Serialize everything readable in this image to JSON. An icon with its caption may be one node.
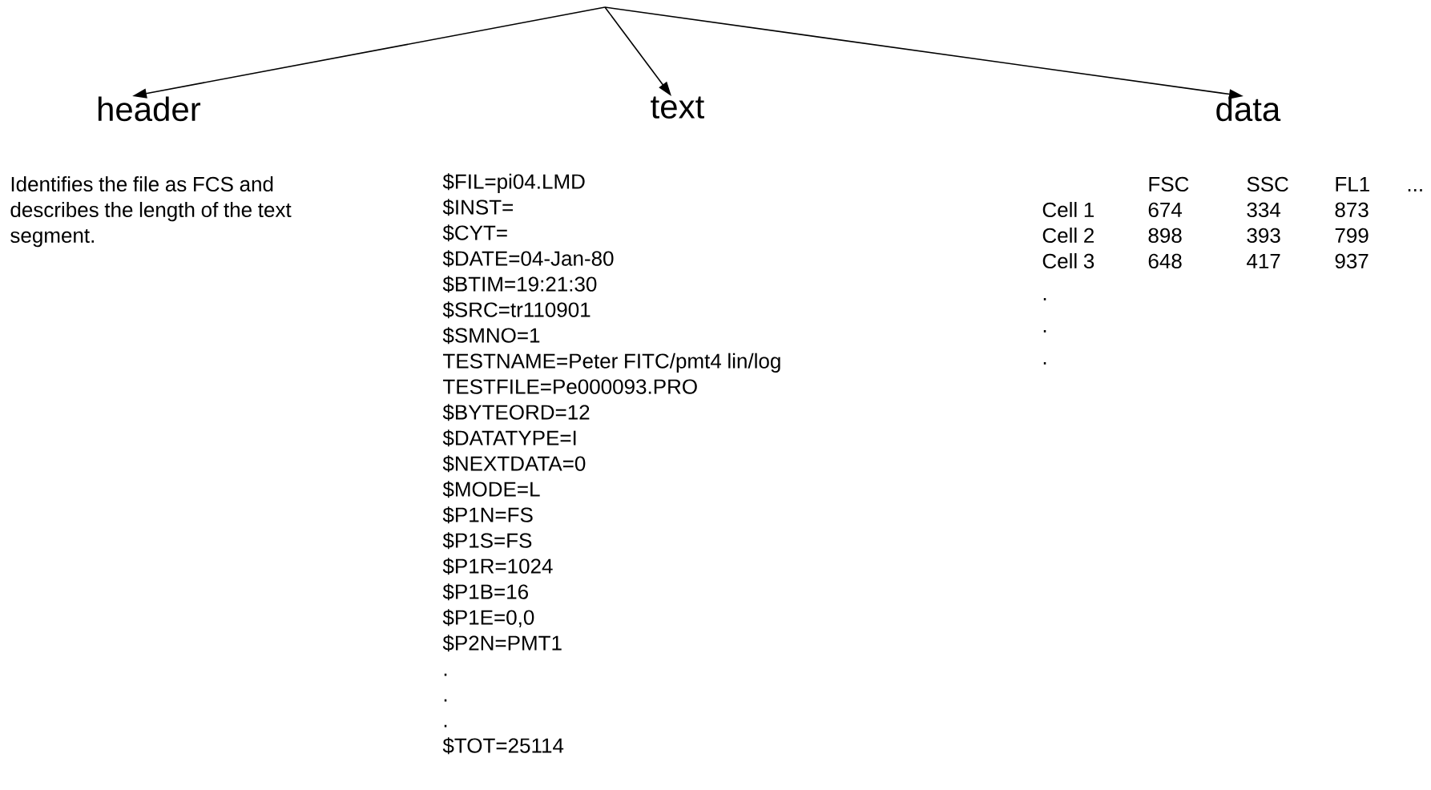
{
  "diagram": {
    "nodes": [
      {
        "text": [
          "header",
          "Identifies the file as FCS and describes the length of the text segment."
        ]
      },
      {
        "text": [
          "text",
          "$FIL=pi04.LMD",
          "$INST=",
          "$CYT=",
          "$DATE=04-Jan-80",
          "$BTIM=19:21:30",
          "$SRC=tr110901",
          "$SMNO=1",
          "TESTNAME=Peter FITC/pmt4 lin/log",
          "TESTFILE=Pe000093.PRO",
          "$BYTEORD=12",
          "$DATATYPE=I",
          "$NEXTDATA=0",
          "$MODE=L",
          "$P1N=FS",
          "$P1S=FS",
          "$P1R=1024",
          "$P1B=16",
          "$P1E=0,0",
          "$P2N=PMT1",
          ".",
          ".",
          ".",
          "$TOT=25114"
        ]
      },
      {
        "text": [
          "data",
          "FSC",
          "SSC",
          "FL1",
          "...",
          "Cell 1",
          "674",
          "334",
          "873",
          "Cell 2",
          "898",
          "393",
          "799",
          "Cell 3",
          "648",
          "417",
          "937",
          ".",
          ".",
          "."
        ]
      }
    ],
    "edges": [
      {
        "from": null,
        "to": 0,
        "arrow": "to"
      },
      {
        "from": null,
        "to": 1,
        "arrow": "to"
      },
      {
        "from": null,
        "to": 2,
        "arrow": "to"
      }
    ]
  }
}
